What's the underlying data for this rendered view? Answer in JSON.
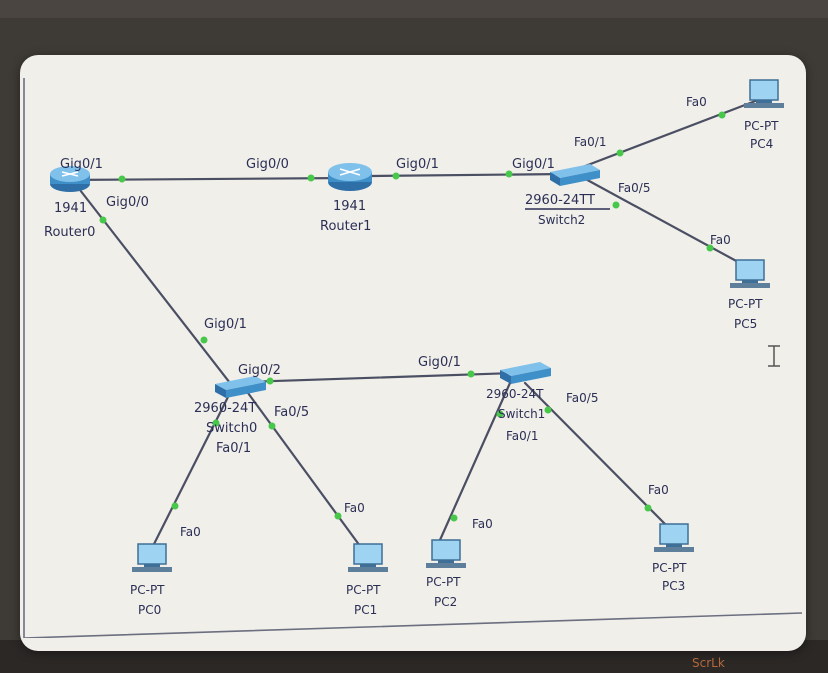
{
  "devices": {
    "router0": {
      "model": "1941",
      "name": "Router0"
    },
    "router1": {
      "model": "1941",
      "name": "Router1"
    },
    "switch0": {
      "model": "2960-24T",
      "name": "Switch0"
    },
    "switch1": {
      "model": "2960-24T",
      "name": "Switch1"
    },
    "switch2": {
      "model": "2960-24TT",
      "name": "Switch2"
    },
    "pc0": {
      "model": "PC-PT",
      "name": "PC0"
    },
    "pc1": {
      "model": "PC-PT",
      "name": "PC1"
    },
    "pc2": {
      "model": "PC-PT",
      "name": "PC2"
    },
    "pc3": {
      "model": "PC-PT",
      "name": "PC3"
    },
    "pc4": {
      "model": "PC-PT",
      "name": "PC4"
    },
    "pc5": {
      "model": "PC-PT",
      "name": "PC5"
    }
  },
  "ports": {
    "r0_g01": "Gig0/1",
    "r0_g00": "Gig0/0",
    "r1_g00": "Gig0/0",
    "r1_g01": "Gig0/1",
    "s2_g01": "Gig0/1",
    "s2_f01": "Fa0/1",
    "s2_f05": "Fa0/5",
    "pc4_fa0": "Fa0",
    "pc5_fa0": "Fa0",
    "s0_g01": "Gig0/1",
    "s0_g02": "Gig0/2",
    "s0_f05": "Fa0/5",
    "s0_f01": "Fa0/1",
    "s1_g01": "Gig0/1",
    "s1_f05": "Fa0/5",
    "s1_f01": "Fa0/1",
    "pc0_fa0": "Fa0",
    "pc1_fa0": "Fa0",
    "pc2_fa0": "Fa0",
    "pc3_fa0": "Fa0"
  },
  "keyboard_key": "ScrLk",
  "colors": {
    "link_dot": "#47c84a",
    "link": "#4b4f63",
    "text": "#2b2f55",
    "device": "#3f8fc9"
  }
}
